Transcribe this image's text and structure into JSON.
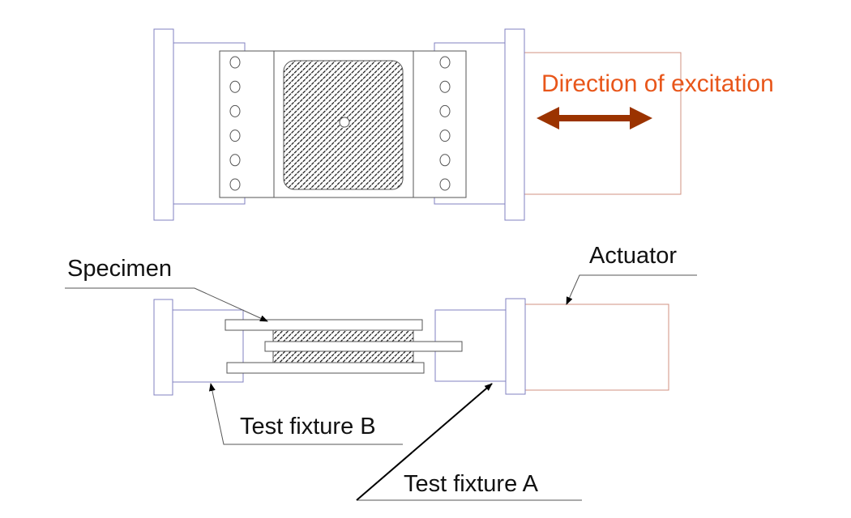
{
  "labels": {
    "direction": "Direction of excitation",
    "specimen": "Specimen",
    "actuator": "Actuator",
    "fixture_b": "Test fixture B",
    "fixture_a": "Test fixture A"
  },
  "colors": {
    "fixture_outline": "#8080c0",
    "frame_outline": "#555555",
    "actuator_outline": "#d09080",
    "direction_text": "#e8561a",
    "direction_arrow": "#9b3300"
  }
}
